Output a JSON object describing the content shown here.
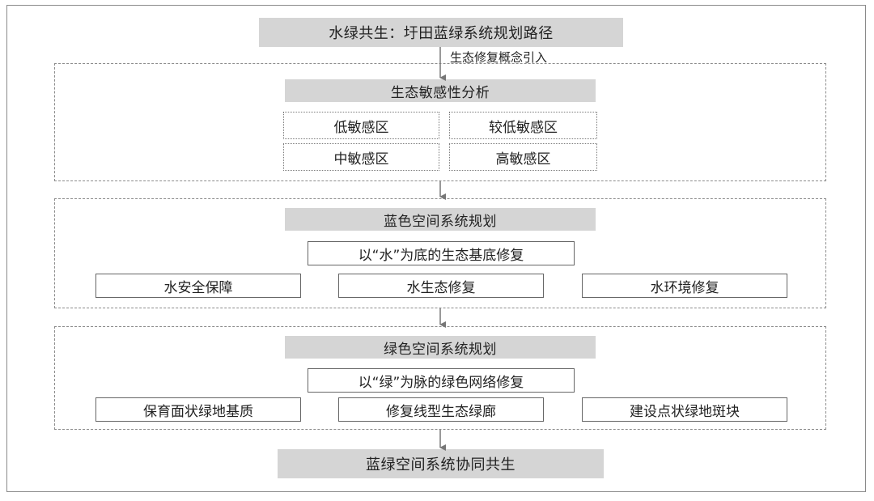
{
  "title": "水绿共生：圩田蓝绿系统规划路径",
  "concept_label": "生态修复概念引入",
  "sensitivity": {
    "header": "生态敏感性分析",
    "zones": [
      "低敏感区",
      "较低敏感区",
      "中敏感区",
      "高敏感区"
    ]
  },
  "blue": {
    "header": "蓝色空间系统规划",
    "sub": "以“水”为底的生态基底修复",
    "items": [
      "水安全保障",
      "水生态修复",
      "水环境修复"
    ]
  },
  "green": {
    "header": "绿色空间系统规划",
    "sub": "以“绿”为脉的绿色网络修复",
    "items": [
      "保育面状绿地基质",
      "修复线型生态绿廊",
      "建设点状绿地斑块"
    ]
  },
  "footer": "蓝绿空间系统协同共生"
}
